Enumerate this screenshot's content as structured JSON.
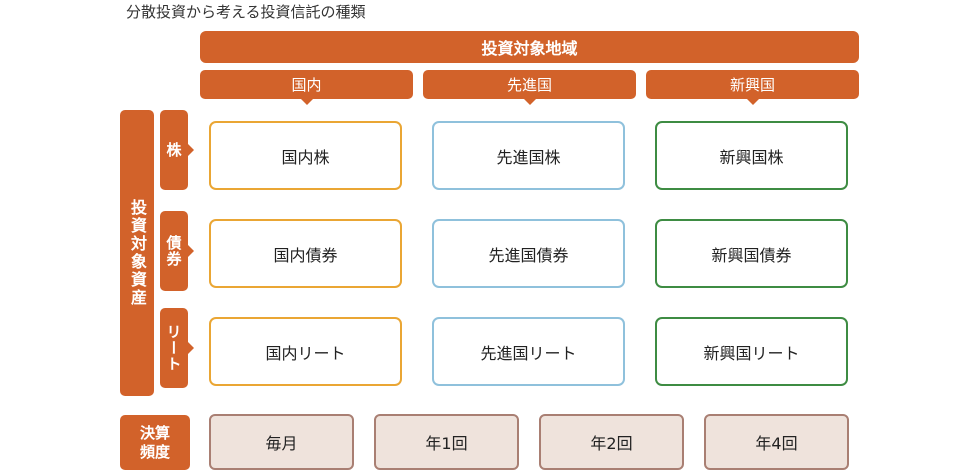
{
  "title": "分散投資から考える投資信託の種類",
  "region": {
    "title": "投資対象地域",
    "items": [
      "国内",
      "先進国",
      "新興国"
    ]
  },
  "asset": {
    "title": "投資対象資産",
    "items": [
      "株",
      "債券",
      "リート"
    ]
  },
  "cells": [
    [
      "国内株",
      "先進国株",
      "新興国株"
    ],
    [
      "国内債券",
      "先進国債券",
      "新興国債券"
    ],
    [
      "国内リート",
      "先進国リート",
      "新興国リート"
    ]
  ],
  "settlement": {
    "label": "決算\n頻度",
    "items": [
      "毎月",
      "年1回",
      "年2回",
      "年4回"
    ]
  },
  "colors": {
    "header": "#d2622a",
    "domestic_border": "#eaa634",
    "developed_border": "#8fc1dc",
    "emerging_border": "#3e8c43",
    "frequency_fill": "#efe3dc",
    "frequency_border": "#a97f73"
  }
}
